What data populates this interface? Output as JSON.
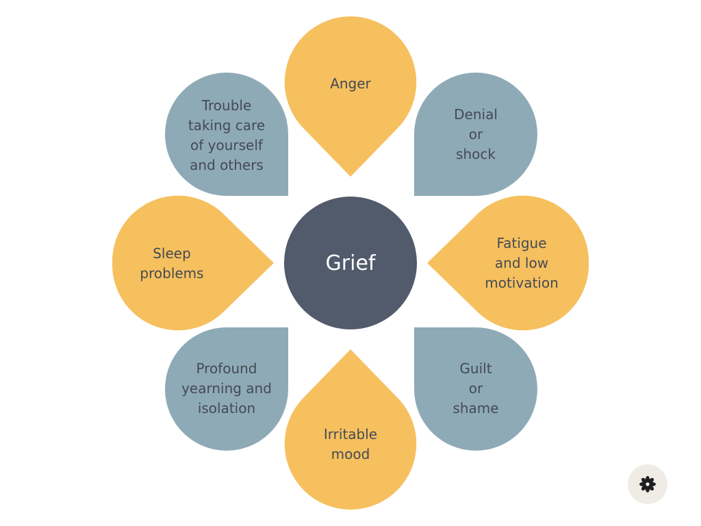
{
  "center": {
    "label": "Grief",
    "color": "#525b6b"
  },
  "colors": {
    "yellow": "#f6c05e",
    "blue": "#8eaab7",
    "text": "#444a54"
  },
  "petals": [
    {
      "id": "anger",
      "label": "Anger",
      "color": "yellow"
    },
    {
      "id": "denial",
      "label": "Denial\nor\nshock",
      "color": "blue"
    },
    {
      "id": "fatigue",
      "label": "Fatigue\nand low\nmotivation",
      "color": "yellow"
    },
    {
      "id": "guilt",
      "label": "Guilt\nor\nshame",
      "color": "blue"
    },
    {
      "id": "irritable",
      "label": "Irritable\nmood",
      "color": "yellow"
    },
    {
      "id": "yearning",
      "label": "Profound\nyearning and\nisolation",
      "color": "blue"
    },
    {
      "id": "sleep",
      "label": "Sleep\nproblems",
      "color": "yellow"
    },
    {
      "id": "trouble",
      "label": "Trouble\ntaking care\nof yourself\nand others",
      "color": "blue"
    }
  ],
  "logo": {
    "icon": "flower-logo-icon"
  }
}
